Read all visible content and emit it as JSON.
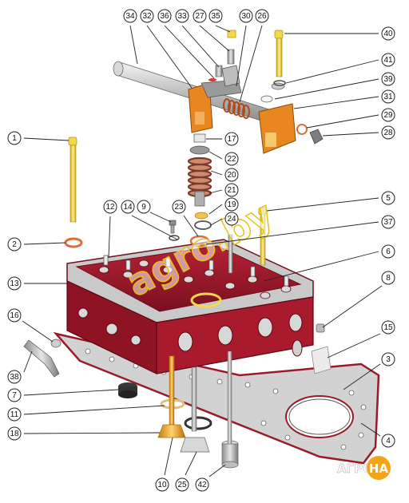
{
  "callouts": [
    {
      "id": "34",
      "label": "34"
    },
    {
      "id": "32",
      "label": "32"
    },
    {
      "id": "36",
      "label": "36"
    },
    {
      "id": "33",
      "label": "33"
    },
    {
      "id": "27",
      "label": "27"
    },
    {
      "id": "35",
      "label": "35"
    },
    {
      "id": "30",
      "label": "30"
    },
    {
      "id": "26",
      "label": "26"
    },
    {
      "id": "40",
      "label": "40"
    },
    {
      "id": "41",
      "label": "41"
    },
    {
      "id": "39",
      "label": "39"
    },
    {
      "id": "31",
      "label": "31"
    },
    {
      "id": "29",
      "label": "29"
    },
    {
      "id": "28",
      "label": "28"
    },
    {
      "id": "1",
      "label": "1"
    },
    {
      "id": "17",
      "label": "17"
    },
    {
      "id": "22",
      "label": "22"
    },
    {
      "id": "20",
      "label": "20"
    },
    {
      "id": "21",
      "label": "21"
    },
    {
      "id": "5",
      "label": "5"
    },
    {
      "id": "12",
      "label": "12"
    },
    {
      "id": "14",
      "label": "14"
    },
    {
      "id": "9",
      "label": "9"
    },
    {
      "id": "23",
      "label": "23"
    },
    {
      "id": "19",
      "label": "19"
    },
    {
      "id": "24",
      "label": "24"
    },
    {
      "id": "37",
      "label": "37"
    },
    {
      "id": "2",
      "label": "2"
    },
    {
      "id": "6",
      "label": "6"
    },
    {
      "id": "13",
      "label": "13"
    },
    {
      "id": "8",
      "label": "8"
    },
    {
      "id": "16",
      "label": "16"
    },
    {
      "id": "15",
      "label": "15"
    },
    {
      "id": "38",
      "label": "38"
    },
    {
      "id": "3",
      "label": "3"
    },
    {
      "id": "7",
      "label": "7"
    },
    {
      "id": "11",
      "label": "11"
    },
    {
      "id": "18",
      "label": "18"
    },
    {
      "id": "4",
      "label": "4"
    },
    {
      "id": "10",
      "label": "10"
    },
    {
      "id": "25",
      "label": "25"
    },
    {
      "id": "42",
      "label": "42"
    }
  ],
  "watermark": "agro.by",
  "logo": {
    "left": "АГРО",
    "right": "НА"
  },
  "colors": {
    "head": "#9b1a2a",
    "head_dark": "#6e0f1c",
    "head_top": "#c9c9c9",
    "bolt_yellow": "#f2d84a",
    "orange": "#e8871f",
    "gasket": "#c7c7c7",
    "gasket_edge": "#9b1a2a",
    "valve_orange": "#e6a020",
    "copper": "#e06a3a"
  }
}
